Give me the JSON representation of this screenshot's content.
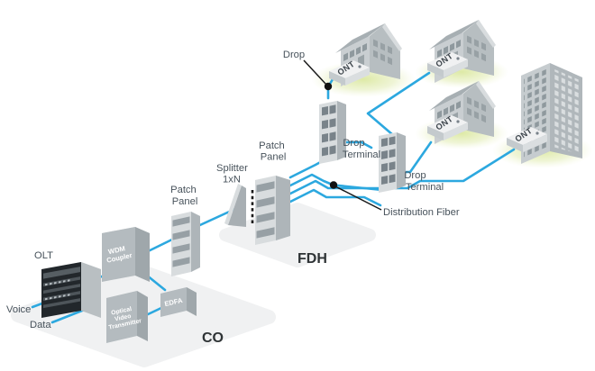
{
  "colors": {
    "fiber_blue": "#2CA8DF",
    "glow_green": "#DBE8A0",
    "label_gray": "#47525B",
    "heading_black": "#2E3335",
    "olt_black": "#22272B"
  },
  "central_office": {
    "heading": "CO",
    "olt_label": "OLT",
    "voice_label": "Voice",
    "data_label": "Data",
    "wdm_coupler": [
      "WDM",
      "Coupler"
    ],
    "edfa": "EDFA",
    "optical_video_transmitter": [
      "Optical",
      "Video",
      "Transmitter"
    ],
    "patch_panel": [
      "Patch",
      "Panel"
    ]
  },
  "fdh": {
    "heading": "FDH",
    "splitter": [
      "Splitter",
      "1xN"
    ],
    "patch_panel": [
      "Patch",
      "Panel"
    ]
  },
  "distribution": {
    "drop_label": "Drop",
    "distribution_fiber_label": "Distribution Fiber",
    "drop_terminal_1": [
      "Drop",
      "Terminal"
    ],
    "drop_terminal_2": [
      "Drop",
      "Terminal"
    ],
    "ont_label": "ONT"
  }
}
